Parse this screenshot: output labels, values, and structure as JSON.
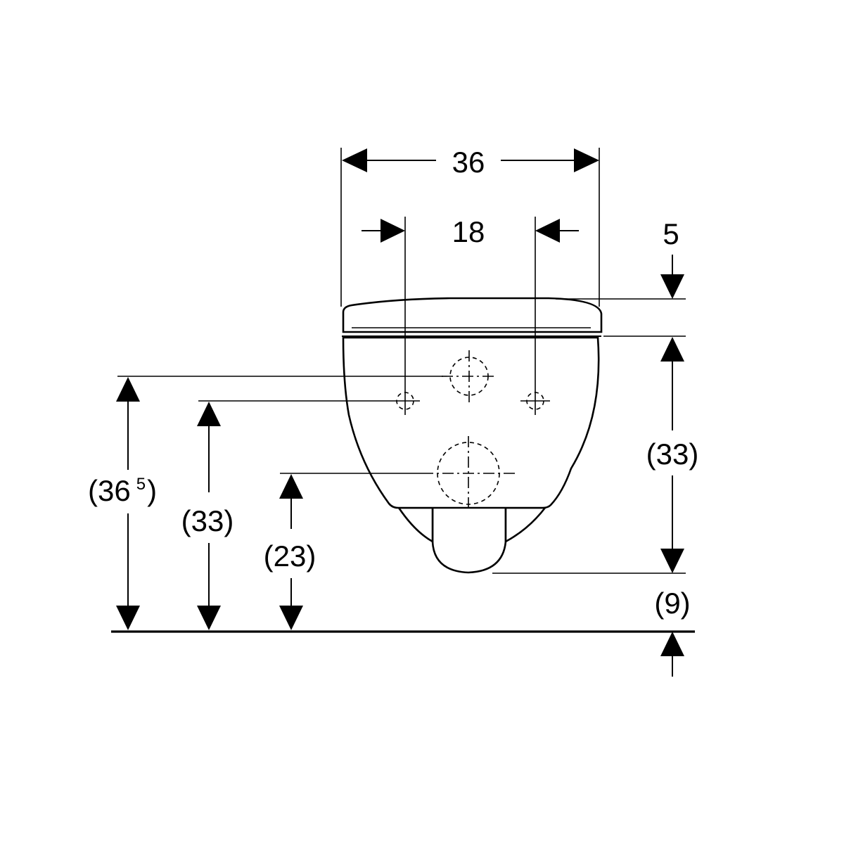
{
  "dimensions": {
    "overall_width": "36",
    "fixing_hole_spacing": "18",
    "seat_thickness": "5",
    "bowl_height": "(33)",
    "outlet_clearance": "(9)",
    "inlet_height_main": "(36",
    "inlet_height_superscript": "5",
    "inlet_height_close": ")",
    "fixing_height": "(33)",
    "outlet_height": "(23)"
  }
}
